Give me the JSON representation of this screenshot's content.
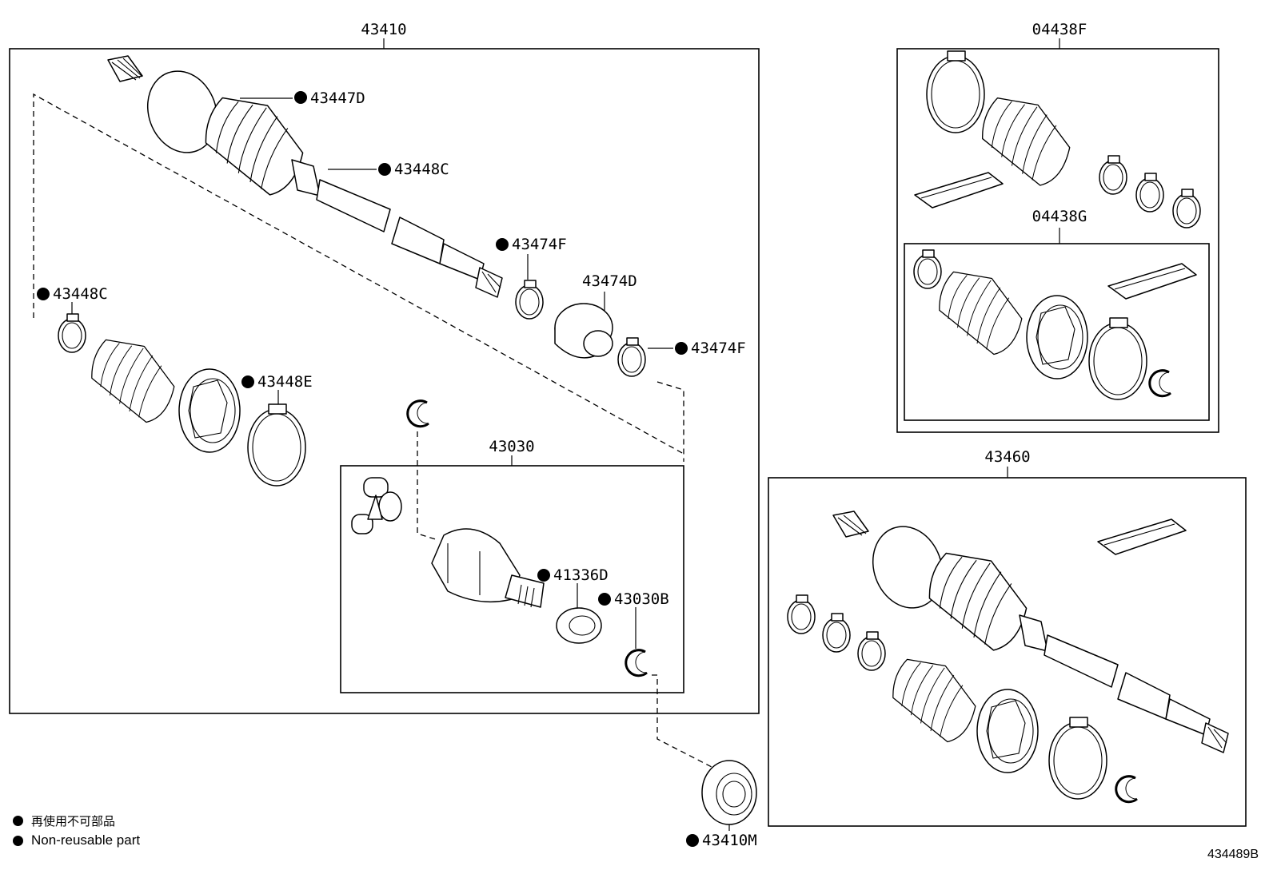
{
  "labels": {
    "p43410": "43410",
    "p43447D": "43447D",
    "p43448C_a": "43448C",
    "p43474F_a": "43474F",
    "p43474D": "43474D",
    "p43474F_b": "43474F",
    "p43448C_b": "43448C",
    "p43448E": "43448E",
    "p43030": "43030",
    "p41336D": "41336D",
    "p43030B": "43030B",
    "p43410M": "43410M",
    "p04438F": "04438F",
    "p04438G": "04438G",
    "p43460": "43460"
  },
  "legend": {
    "jp": "再使用不可部品",
    "en": "Non-reusable part"
  },
  "figure_code": "434489B",
  "icons": {
    "non_reusable_marker": "filled-circle-icon"
  }
}
